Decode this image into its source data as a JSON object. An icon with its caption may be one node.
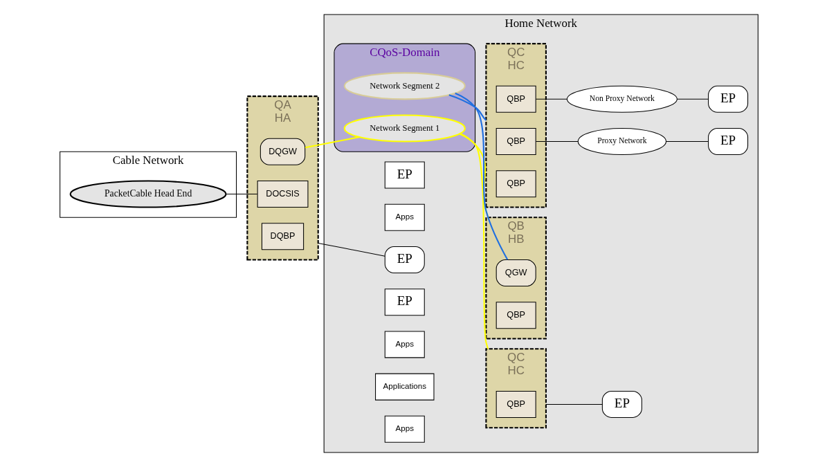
{
  "diagram": {
    "nodes": [
      {
        "text": [
          "Cable Network"
        ]
      },
      {
        "text": [
          "PacketCable Head End"
        ],
        "in": 0
      },
      {
        "text": [
          "Home Network"
        ]
      },
      {
        "text": [
          "CQoS-Domain"
        ],
        "in": 2
      },
      {
        "text": [
          "EP"
        ],
        "in": 2
      },
      {
        "text": [
          "Apps"
        ],
        "in": 2
      },
      {
        "text": [
          "QA",
          "HA"
        ]
      },
      {
        "text": [
          "DQBP"
        ],
        "in": 6
      },
      {
        "text": [
          "DOCSIS"
        ],
        "in": 6
      },
      {
        "text": [
          "DQGW"
        ],
        "in": 6
      },
      {
        "text": [
          "EP"
        ],
        "in": 2
      },
      {
        "text": [
          "Network Segment 1"
        ],
        "in": 3
      },
      {
        "text": [
          "EP"
        ],
        "in": 2
      },
      {
        "text": [
          "Apps"
        ],
        "in": 2
      },
      {
        "text": [
          "QC",
          "HC"
        ],
        "in": 2
      },
      {
        "text": [
          "QBP"
        ],
        "in": 14
      },
      {
        "text": [
          "EP"
        ],
        "in": 2
      },
      {
        "text": [
          "QB",
          "HB"
        ],
        "in": 2
      },
      {
        "text": [
          "QGW"
        ],
        "in": 17
      },
      {
        "text": [
          "QBP"
        ],
        "in": 17
      },
      {
        "text": [
          "Applications"
        ],
        "in": 2
      },
      {
        "text": [
          "Network Segment 2"
        ],
        "in": 3
      },
      {
        "text": [
          "QC",
          "HC"
        ],
        "in": 2
      },
      {
        "text": [
          "QBP"
        ],
        "in": 22
      },
      {
        "text": [
          "QBP"
        ],
        "in": 22
      },
      {
        "text": [
          "QBP"
        ],
        "in": 22
      },
      {
        "text": [
          "Apps"
        ],
        "in": 2
      },
      {
        "text": [
          "Proxy Network"
        ],
        "in": 2
      },
      {
        "text": [
          "EP"
        ],
        "in": 2
      },
      {
        "text": [
          "Non Proxy Network"
        ],
        "in": 2
      },
      {
        "text": [
          "EP"
        ],
        "in": 2
      }
    ],
    "edges": [
      {
        "from": 1,
        "to": 8,
        "arrow": "none"
      },
      {
        "from": 6,
        "to": 10,
        "arrow": "none"
      },
      {
        "from": 9,
        "to": 11,
        "arrow": "none",
        "color": "#ffff00"
      },
      {
        "from": 11,
        "to": 14,
        "arrow": "none",
        "color": "#ffff00"
      },
      {
        "from": 11,
        "to": 17,
        "arrow": "none",
        "color": "#ffff00"
      },
      {
        "from": 14,
        "to": 16,
        "arrow": "none"
      },
      {
        "from": 18,
        "to": 21,
        "arrow": "none",
        "color": "#1f6fe0"
      },
      {
        "from": 21,
        "to": 22,
        "arrow": "none",
        "color": "#1f6fe0"
      },
      {
        "from": 23,
        "to": 27,
        "arrow": "none"
      },
      {
        "from": 27,
        "to": 28,
        "arrow": "none"
      },
      {
        "from": 24,
        "to": 29,
        "arrow": "none"
      },
      {
        "from": 29,
        "to": 30,
        "arrow": "none"
      }
    ]
  }
}
